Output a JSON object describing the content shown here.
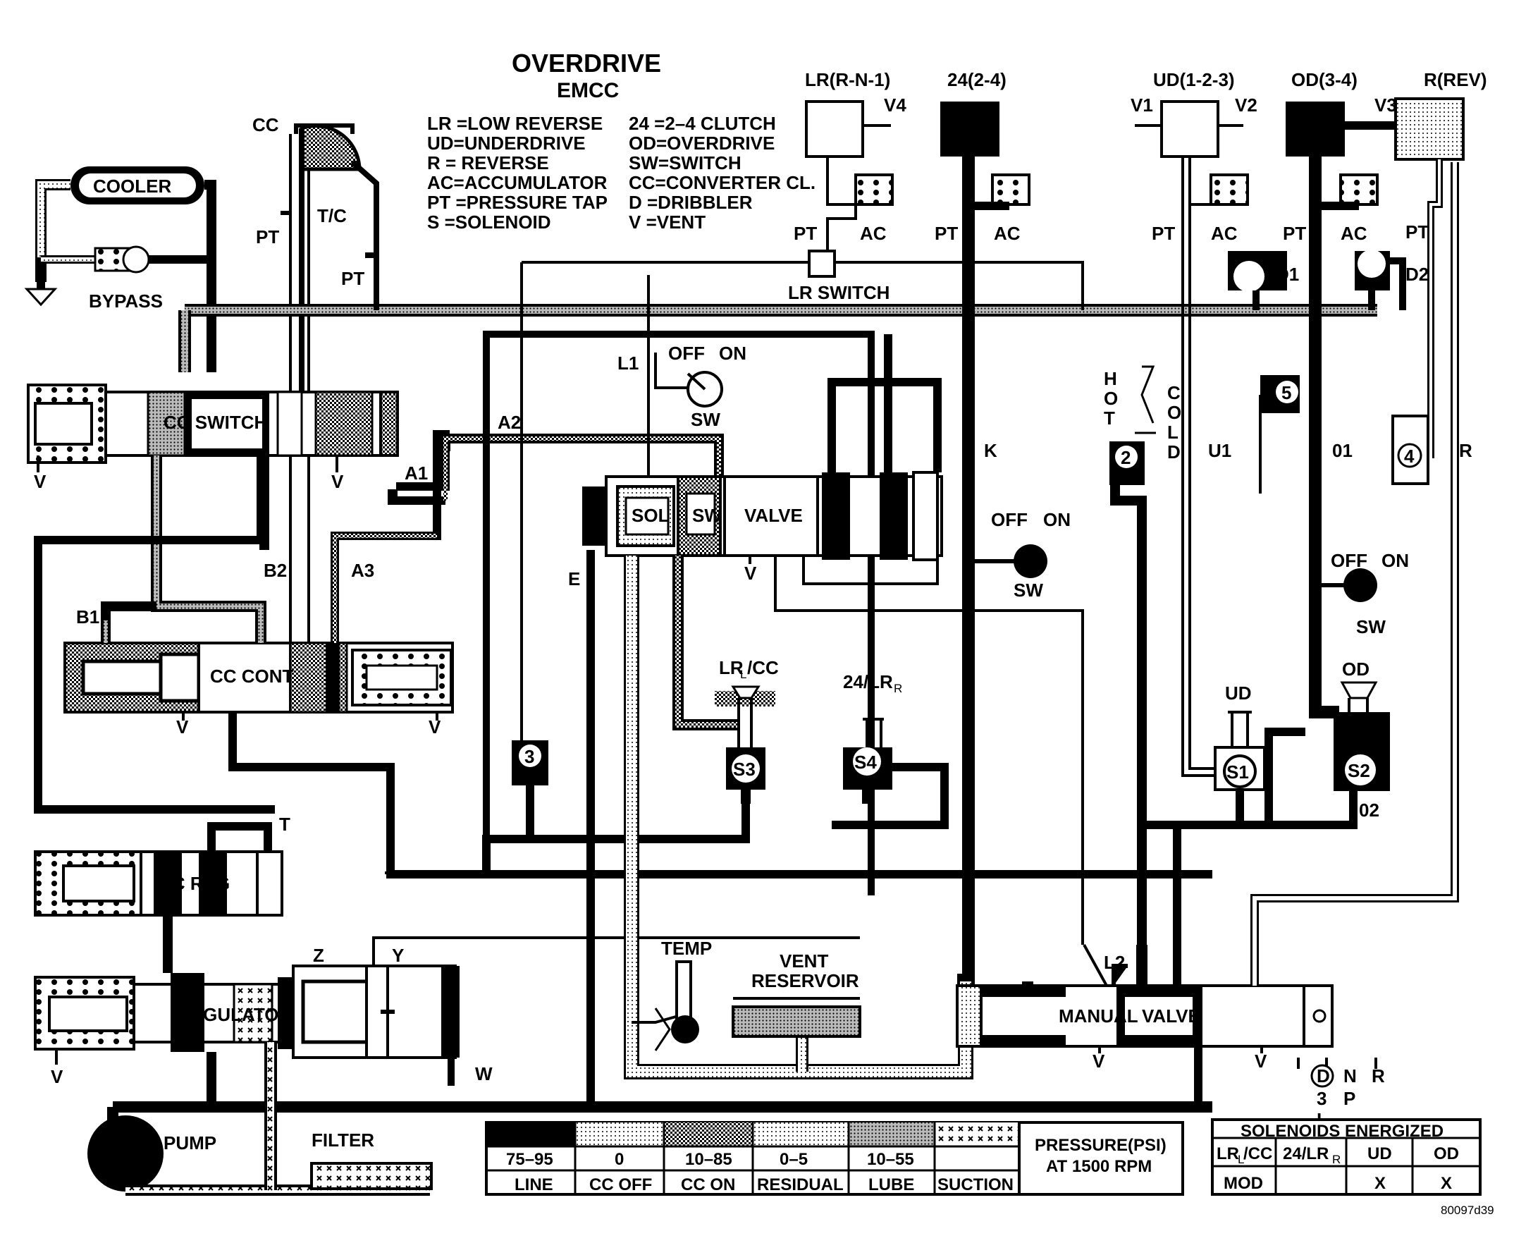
{
  "title": "OVERDRIVE",
  "subtitle": "EMCC",
  "abbreviations_left": [
    "LR =LOW REVERSE",
    "UD=UNDERDRIVE",
    "R  = REVERSE",
    "AC=ACCUMULATOR",
    "PT =PRESSURE TAP",
    "S   =SOLENOID"
  ],
  "abbreviations_right": [
    "24  =2–4 CLUTCH",
    "OD=OVERDRIVE",
    "SW=SWITCH",
    "CC=CONVERTER CL.",
    "D   =DRIBBLER",
    "V   =VENT"
  ],
  "clutches": {
    "lr": "LR(R-N-1)",
    "c24": "24(2-4)",
    "ud": "UD(1-2-3)",
    "od": "OD(3-4)",
    "rev": "R(REV)"
  },
  "labels": {
    "cooler": "COOLER",
    "bypass": "BYPASS",
    "cc": "CC",
    "tc": "T/C",
    "pt": "PT",
    "ac": "AC",
    "v": "V",
    "v1": "V1",
    "v2": "V2",
    "v3": "V3",
    "v4": "V4",
    "lr_switch": "LR SWITCH",
    "cc_switch": "CC SWITCH",
    "cc_cont": "CC CONT",
    "tc_reg": "TC REG",
    "regulator": "REGULATOR",
    "pump": "PUMP",
    "filter": "FILTER",
    "sol": "SOL",
    "sw": "SW",
    "valve": "VALVE",
    "manual": "MANUAL",
    "off": "OFF",
    "on": "ON",
    "hot": [
      "H",
      "O",
      "T"
    ],
    "cold": [
      "C",
      "O",
      "L",
      "D"
    ],
    "temp": "TEMP",
    "vent": "VENT",
    "reservoir": "RESERVOIR",
    "lrcc": "LR",
    "lrcc_sub": "L",
    "lrcc_tail": "/CC",
    "c24lr": "24/LR",
    "c24lr_sub": "R",
    "ud": "UD",
    "od": "OD",
    "a1": "A1",
    "a2": "A2",
    "a3": "A3",
    "b1": "B1",
    "b2": "B2",
    "l1": "L1",
    "l2": "L2",
    "e": "E",
    "k": "K",
    "u1": "U1",
    "o1": "01",
    "o2": "02",
    "r": "R",
    "t": "T",
    "z": "Z",
    "y": "Y",
    "w": "W",
    "d1": "D1",
    "d2": "D2",
    "d": "D",
    "three": "3",
    "l": "L",
    "n": "N",
    "p": "P",
    "s1": "S1",
    "s2": "S2",
    "s3": "S3",
    "s4": "S4",
    "n2": "2",
    "n3": "3",
    "n4": "4",
    "n5": "5",
    "figure_id": "80097d39"
  },
  "legend": {
    "values": [
      "75–95",
      "0",
      "10–85",
      "0–5",
      "10–55",
      ""
    ],
    "names": [
      "LINE",
      "CC OFF",
      "CC ON",
      "RESIDUAL",
      "LUBE",
      "SUCTION"
    ],
    "pressure_title_1": "PRESSURE(PSI)",
    "pressure_title_2": "AT 1500 RPM"
  },
  "solenoid_table": {
    "title": "SOLENOIDS ENERGIZED",
    "headers_lrcc": "LR",
    "headers_lrcc_sub": "L",
    "headers_lrcc_tail": "/CC",
    "headers_24lr": "24/LR",
    "headers_24lr_sub": "R",
    "headers_ud": "UD",
    "headers_od": "OD",
    "row": [
      "MOD",
      "",
      "X",
      "X"
    ]
  }
}
